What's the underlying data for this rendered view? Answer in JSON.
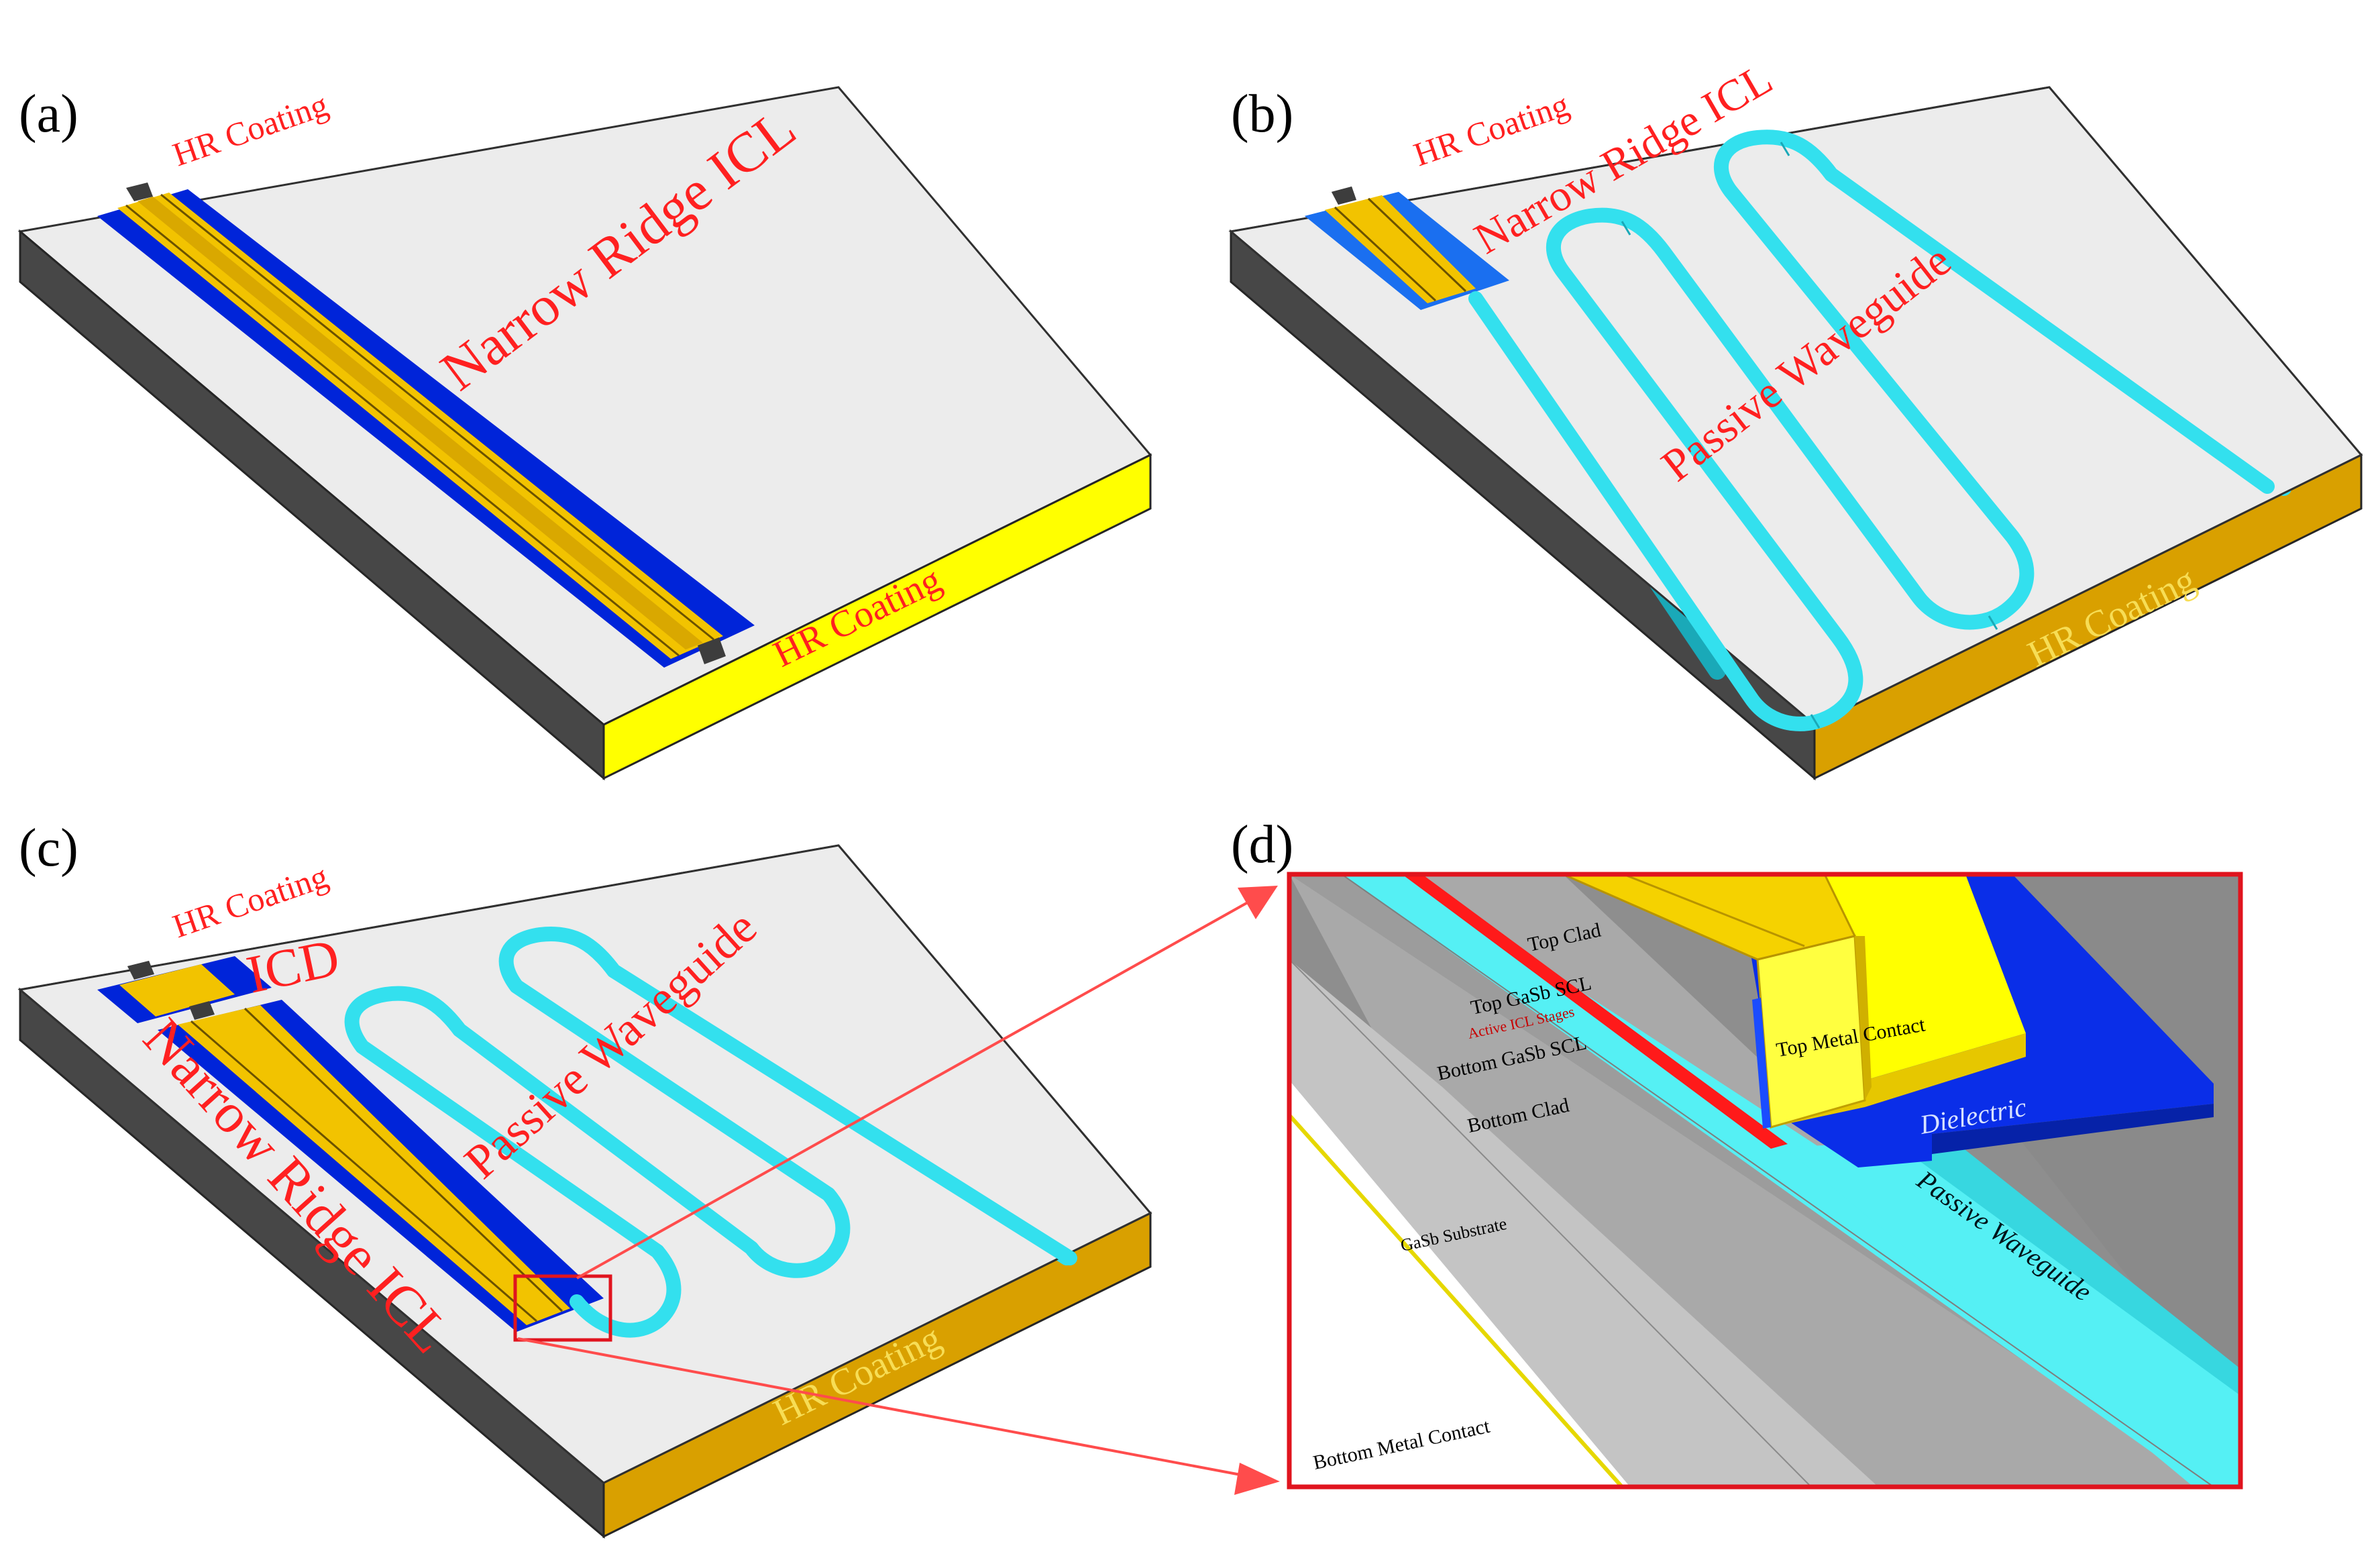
{
  "colors": {
    "slab_top": "#ececec",
    "slab_side": "#474747",
    "slab_edge": "#262626",
    "hr_coating_yellow": "#ffff00",
    "hr_coating_gold": "#d9a000",
    "ridge_gold": "#f2c300",
    "ridge_blue": "#0024d9",
    "waveguide_cyan": "#33e0ee",
    "label_red": "#ff2020",
    "inset_frame": "#e0141e",
    "substrate_gray": "#c8c8c8",
    "top_metal_yellow": "#ffff00",
    "dielectric_blue": "#0a2ee8"
  },
  "panels": {
    "a": {
      "letter": "(a)",
      "hr_top": "HR Coating",
      "ridge_label": "Narrow Ridge ICL",
      "hr_bottom": "HR Coating"
    },
    "b": {
      "letter": "(b)",
      "hr_top": "HR Coating",
      "ridge_label": "Narrow Ridge ICL",
      "waveguide_label": "Passive Waveguide",
      "hr_bottom": "HR Coating"
    },
    "c": {
      "letter": "(c)",
      "hr_top": "HR Coating",
      "icd_label": "ICD",
      "ridge_label": "Narrow Ridge ICL",
      "waveguide_label": "Passive Waveguide",
      "hr_bottom": "HR Coating"
    },
    "d": {
      "letter": "(d)",
      "layers": {
        "top_clad": "Top Clad",
        "top_gasb_scl": "Top GaSb SCL",
        "active_icl_stages": "Active ICL Stages",
        "bottom_gasb_scl": "Bottom GaSb SCL",
        "bottom_clad": "Bottom Clad",
        "gasb_substrate": "GaSb Substrate",
        "bottom_metal_contact": "Bottom Metal Contact",
        "top_metal_contact": "Top Metal Contact",
        "dielectric": "Dielectric",
        "passive_waveguide": "Passive Waveguide"
      }
    }
  }
}
